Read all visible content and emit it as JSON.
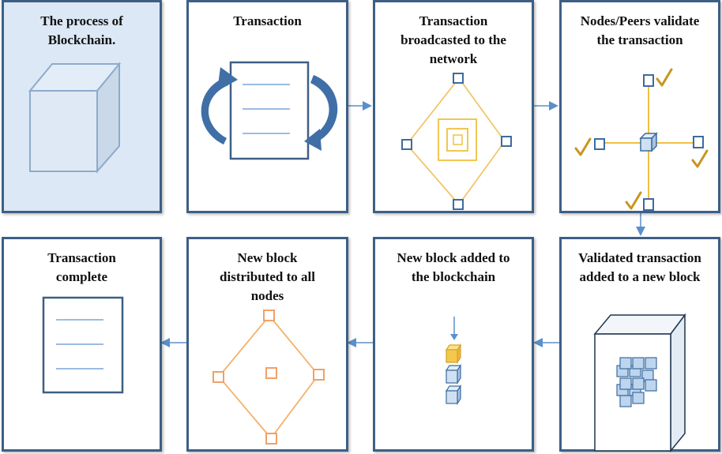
{
  "steps": [
    {
      "title": "The process of\nBlockchain."
    },
    {
      "title": "Transaction"
    },
    {
      "title": "Transaction\nbroadcasted to the\nnetwork"
    },
    {
      "title": "Nodes/Peers validate\nthe transaction"
    },
    {
      "title": "Validated transaction\nadded to a new block"
    },
    {
      "title": "New block added to\nthe blockchain"
    },
    {
      "title": "New block\ndistributed to all\nnodes"
    },
    {
      "title": "Transaction\ncomplete"
    }
  ],
  "colors": {
    "border": "#3d5f85",
    "node_blue": "#3d6b9e",
    "cube_fill": "#d8e6f4",
    "gold": "#f0c040",
    "orange": "#f2a068",
    "check": "#c8961e",
    "arrow": "#5b8fc9"
  }
}
